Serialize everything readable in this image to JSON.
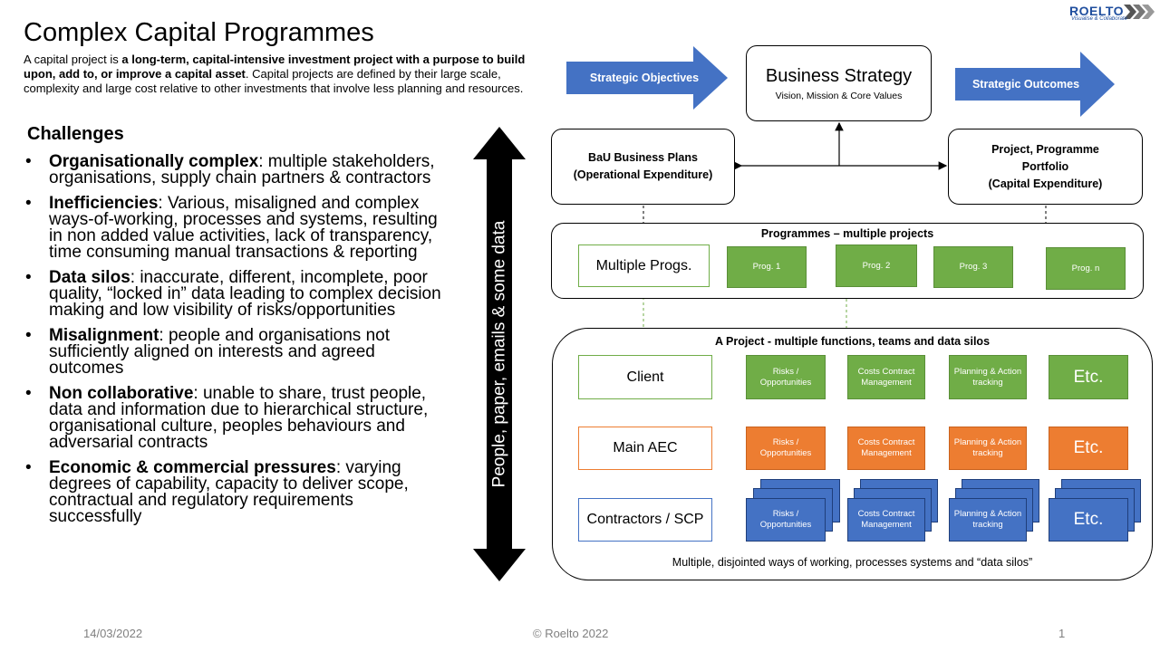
{
  "title": "Complex Capital Programmes",
  "intro": {
    "part1": "A capital project is ",
    "bold": "a long-term, capital-intensive investment project with a purpose to build upon, add to, or improve a capital asset",
    "part2": ". Capital projects are defined by their large scale, complexity and large cost relative to other investments that involve less planning and resources."
  },
  "challenges_heading": "Challenges",
  "challenges": [
    {
      "bold": "Organisationally complex",
      "text": ": multiple stakeholders, organisations, supply chain partners & contractors"
    },
    {
      "bold": "Inefficiencies",
      "text": ": Various, misaligned and complex  ways-of-working, processes and systems, resulting in non added value activities, lack of transparency, time consuming manual transactions & reporting"
    },
    {
      "bold": "Data silos",
      "text": ": inaccurate, different, incomplete, poor quality, “locked in” data leading to complex decision making and low visibility of risks/opportunities"
    },
    {
      "bold": "Misalignment",
      "text": ":  people and organisations not sufficiently aligned on interests and agreed outcomes"
    },
    {
      "bold": "Non collaborative",
      "text": ": unable to share, trust people, data and information due to hierarchical structure, organisational culture, peoples behaviours and adversarial contracts"
    },
    {
      "bold": "Economic & commercial pressures",
      "text": ": varying degrees of capability, capacity to deliver scope, contractual and regulatory requirements successfully"
    }
  ],
  "bullet": "•",
  "vertical_arrow_label": "People, paper, emails & some data",
  "logo": {
    "name": "ROELTO",
    "tagline": "Visualise & Collaborate"
  },
  "diagram": {
    "strategic_objectives": "Strategic Objectives",
    "strategic_outcomes": "Strategic Outcomes",
    "business_strategy": {
      "title": "Business Strategy",
      "subtitle": "Vision, Mission & Core Values"
    },
    "bau": {
      "line1": "BaU Business Plans",
      "line2": "(Operational Expenditure)"
    },
    "portfolio": {
      "line1": "Project, Programme",
      "line2": "Portfolio",
      "line3": "(Capital Expenditure)"
    },
    "programmes": {
      "heading": "Programmes – multiple projects",
      "label": "Multiple Progs.",
      "items": [
        "Prog. 1",
        "Prog. 2",
        "Prog. 3",
        "Prog. n"
      ]
    },
    "project": {
      "heading": "A Project - multiple functions, teams and data silos",
      "rows": [
        {
          "label": "Client",
          "color": "#70ad47"
        },
        {
          "label": "Main AEC",
          "color": "#ed7d31"
        },
        {
          "label": "Contractors / SCP",
          "color": "#4472c4"
        }
      ],
      "functions": [
        "Risks / Opportunities",
        "Costs Contract Management",
        "Planning & Action tracking",
        "Etc."
      ],
      "footer": "Multiple, disjointed ways of working, processes systems and “data silos”"
    }
  },
  "footer": {
    "date": "14/03/2022",
    "copyright": "© Roelto 2022",
    "page": "1"
  }
}
